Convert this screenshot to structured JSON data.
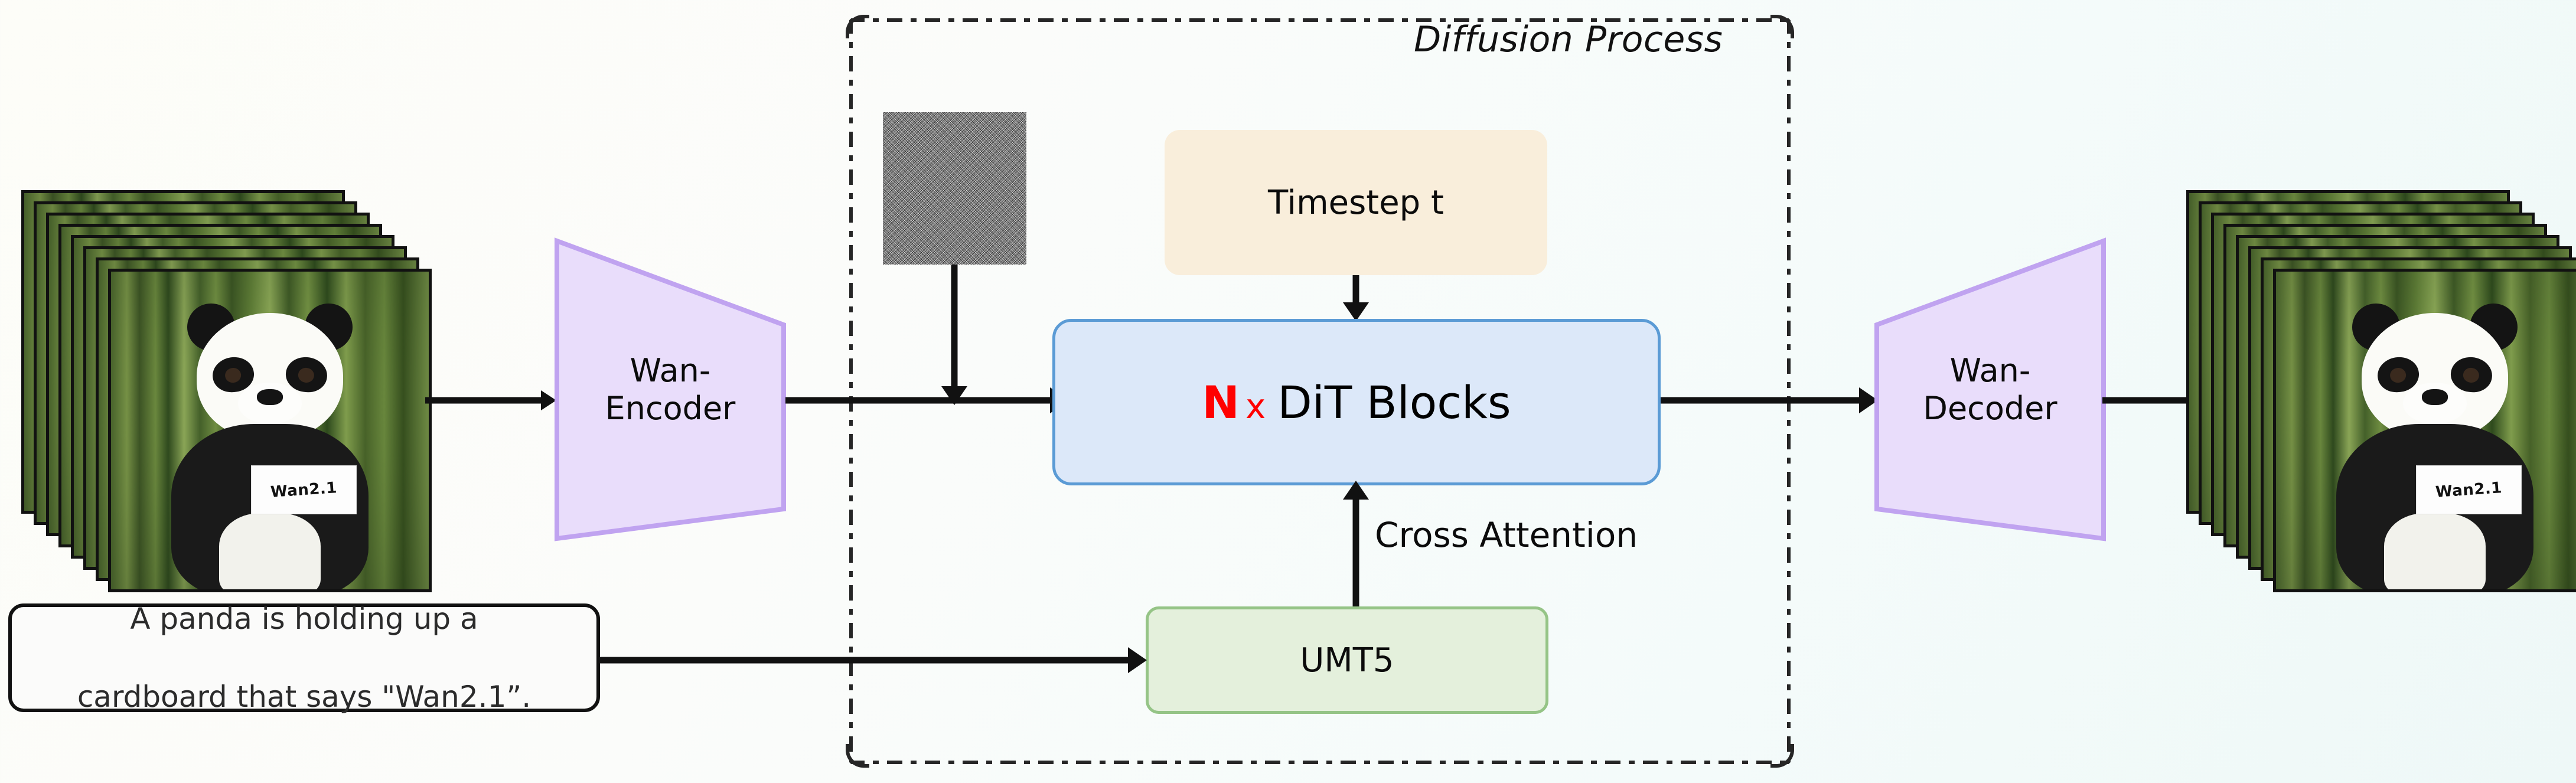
{
  "diagram": {
    "title": "Diffusion Process",
    "colors": {
      "encoder_fill": "#e9ddfb",
      "encoder_stroke": "#c0a3f0",
      "dit_fill": "#dce8f9",
      "dit_stroke": "#5b9bd5",
      "timestep_fill": "#f9eedb",
      "umt5_fill": "#e4f0dc",
      "umt5_stroke": "#95c486",
      "accent_red": "#ff0000",
      "arrow": "#111111",
      "dashed_border": "#262626"
    }
  },
  "input_frames": {
    "name": "input-video-frames",
    "frame_count": 8,
    "sign_text": "Wan2.1"
  },
  "output_frames": {
    "name": "output-video-frames",
    "frame_count": 8,
    "sign_text": "Wan2.1"
  },
  "encoder": {
    "line1": "Wan-",
    "line2": "Encoder"
  },
  "decoder": {
    "line1": "Wan-",
    "line2": "Decoder"
  },
  "noise": {
    "label": "gaussian-noise-patch"
  },
  "timestep": {
    "label": "Timestep t"
  },
  "dit": {
    "repeat": "N",
    "times": "x",
    "label": "DiT Blocks"
  },
  "umt5": {
    "label": "UMT5"
  },
  "cross_attention": {
    "label": "Cross Attention"
  },
  "prompt": {
    "line1": "A panda is holding up a",
    "line2": "cardboard that says \"Wan2.1”."
  }
}
